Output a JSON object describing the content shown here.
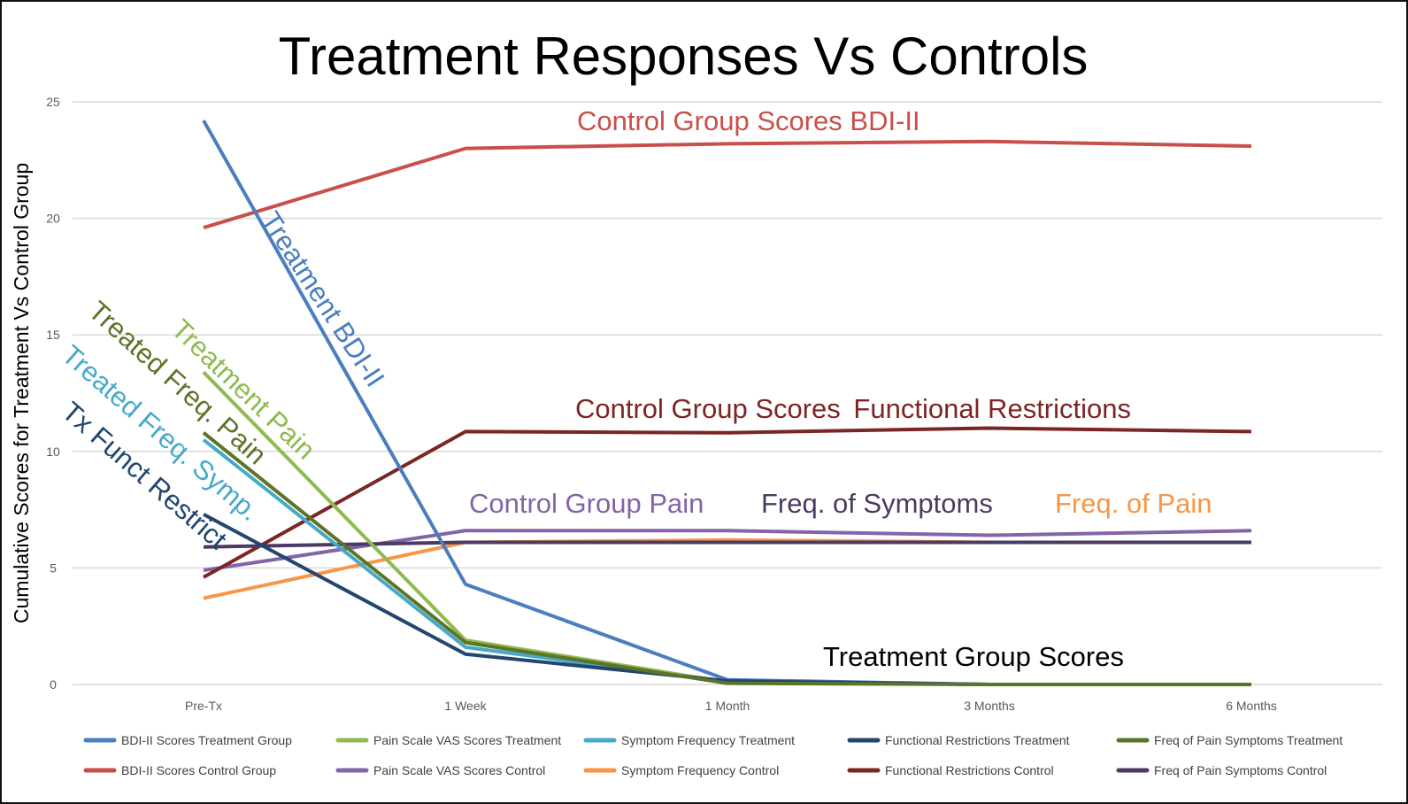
{
  "chart_data": {
    "type": "line",
    "title": "Treatment Responses Vs Controls",
    "xlabel": "",
    "ylabel": "Cumulative Scores for Treatment Vs Control Group",
    "categories": [
      "Pre-Tx",
      "1 Week",
      "1 Month",
      "3 Months",
      "6 Months"
    ],
    "ylim": [
      0,
      25
    ],
    "yticks": [
      0,
      5,
      10,
      15,
      20,
      25
    ],
    "grid": true,
    "legend_position": "bottom",
    "series": [
      {
        "name": "BDI-II Scores Treatment Group",
        "color": "#4a7ebf",
        "values": [
          24.2,
          4.3,
          0.2,
          0,
          0
        ]
      },
      {
        "name": "Pain Scale VAS Scores Treatment",
        "color": "#8fba50",
        "values": [
          13.4,
          1.9,
          0.1,
          0,
          0
        ]
      },
      {
        "name": "Symptom Frequency Treatment",
        "color": "#45a9c7",
        "values": [
          10.5,
          1.6,
          0.1,
          0,
          0
        ]
      },
      {
        "name": "Functional Restrictions Treatment",
        "color": "#22466f",
        "values": [
          7.3,
          1.3,
          0.15,
          0,
          0
        ]
      },
      {
        "name": "Freq of Pain Symptoms Treatment",
        "color": "#5a7428",
        "values": [
          10.8,
          1.8,
          0.05,
          0,
          0
        ]
      },
      {
        "name": "BDI-II Scores Control Group",
        "color": "#c94f4b",
        "values": [
          19.6,
          23.0,
          23.2,
          23.3,
          23.1
        ]
      },
      {
        "name": "Pain Scale VAS Scores Control",
        "color": "#8463a8",
        "values": [
          4.9,
          6.6,
          6.6,
          6.4,
          6.6
        ]
      },
      {
        "name": "Symptom Frequency Control",
        "color": "#f79646",
        "values": [
          3.7,
          6.1,
          6.2,
          6.1,
          6.1
        ]
      },
      {
        "name": "Functional Restrictions Control",
        "color": "#7b2525",
        "values": [
          4.6,
          10.85,
          10.8,
          11.0,
          10.85
        ]
      },
      {
        "name": "Freq of Pain Symptoms Control",
        "color": "#4b3a63",
        "values": [
          5.9,
          6.1,
          6.1,
          6.1,
          6.1
        ]
      }
    ],
    "annotations": [
      {
        "text": "Control Group Scores BDI-II",
        "color": "#c94f4b"
      },
      {
        "text": "Control Group Scores ",
        "color": "#7b2525"
      },
      {
        "text": "Functional Restrictions",
        "color": "#7b2525"
      },
      {
        "text": "Control Group Pain",
        "color": "#8463a8"
      },
      {
        "text": "Freq. of Symptoms",
        "color": "#4b3a63"
      },
      {
        "text": "Freq. of Pain",
        "color": "#f79646"
      },
      {
        "text": "Treatment Group Scores",
        "color": "#000000"
      },
      {
        "text": "Treatment BDI-II",
        "color": "#4a7ebf"
      },
      {
        "text": "Treatment Pain",
        "color": "#8fba50"
      },
      {
        "text": "Treated Freq. Pain",
        "color": "#5a7428"
      },
      {
        "text": "Treated Freq. Symp.",
        "color": "#45a9c7"
      },
      {
        "text": "Tx Funct Restrict",
        "color": "#22466f"
      }
    ]
  }
}
